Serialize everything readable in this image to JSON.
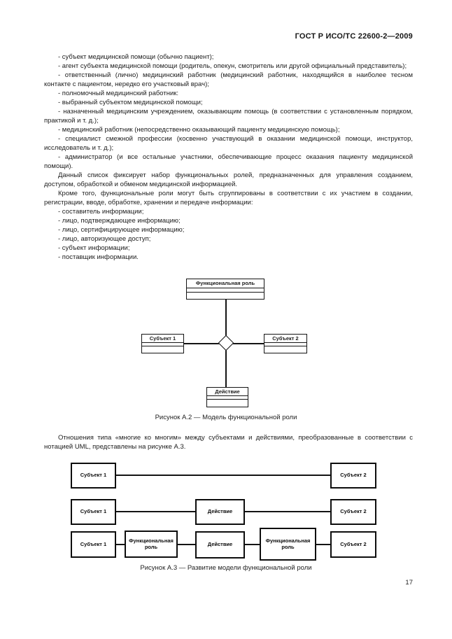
{
  "page": {
    "header": "ГОСТ Р ИСО/ТС 22600-2—2009",
    "page_number": "17"
  },
  "body": {
    "paragraphs": [
      "- субъект медицинской помощи (обычно пациент);",
      "- агент субъекта медицинской помощи (родитель, опекун, смотритель или другой официальный представитель);",
      "- ответственный (лично) медицинский работник (медицинский работник, находящийся в наиболее тесном контакте с пациентом, нередко его участковый врач);",
      "- полномочный медицинский работник:",
      "- выбранный субъектом медицинской помощи;",
      "- назначенный медицинским учреждением, оказывающим помощь (в соответствии с установленным порядком, практикой и т. д.);",
      "- медицинский работник (непосредственно оказывающий пациенту медицинскую помощь);",
      "- специалист смежной профессии (косвенно участвующий в оказании медицинской помощи, инструктор, исследователь и т. д.);",
      "- администратор (и все остальные участники, обеспечивающие процесс оказания пациенту медицинской помощи).",
      "Данный список фиксирует набор функциональных ролей, предназначенных для управления созданием, доступом, обработкой и обменом медицинской информацией.",
      "Кроме того, функциональные роли могут быть сгруппированы в соответствии с их участием в создании, регистрации, вводе, обработке, хранении и передаче информации:",
      "- составитель информации;",
      "- лицо, подтверждающее информацию;",
      "- лицо, сертифицирующее информацию;",
      "- лицо, авторизующее доступ;",
      "- субъект информации;",
      "- поставщик информации."
    ],
    "between_figures": "Отношения типа «многие ко многим» между субъектами и действиями, преобразованные в соответствии с нотацией UML, представлены на рисунке А.3."
  },
  "figure_a2": {
    "caption": "Рисунок А.2 — Модель функциональной роли",
    "box_top": "Функциональная роль",
    "box_left": "Субъект 1",
    "box_right": "Субъект 2",
    "box_bottom": "Действие"
  },
  "figure_a3": {
    "caption": "Рисунок А.3 — Развитие модели функциональной роли",
    "row1_left": "Субъект 1",
    "row1_right": "Субъект 2",
    "row2_left": "Субъект 1",
    "row2_middle": "Действие",
    "row2_right": "Субъект 2",
    "row3_left": "Субъект 1",
    "row3_role1": "Функциональная роль",
    "row3_middle": "Действие",
    "row3_role2": "Функциональная роль",
    "row3_right": "Субъект 2"
  }
}
